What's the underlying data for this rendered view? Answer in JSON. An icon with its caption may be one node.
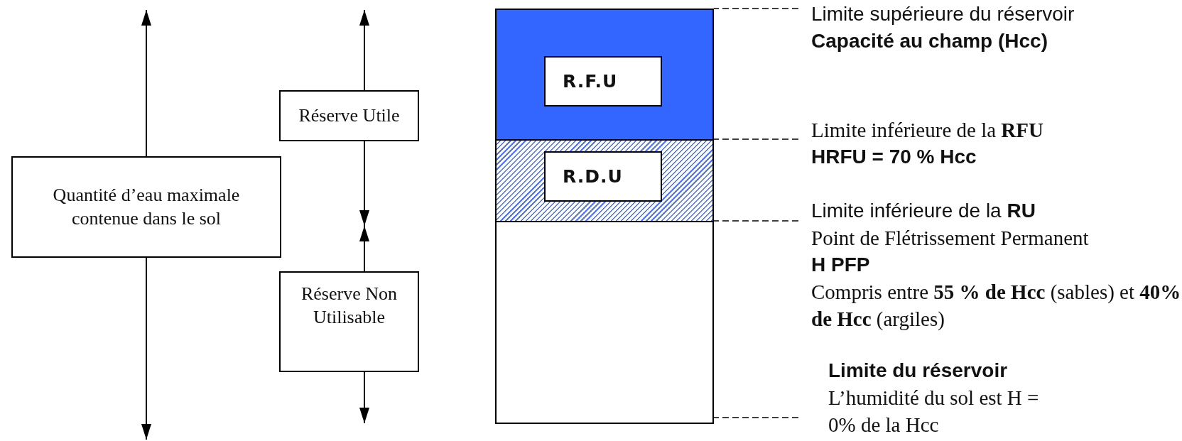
{
  "diagram": {
    "nodes": [
      {
        "text": [
          "Quantité d’eau maximale contenue dans le sol"
        ]
      },
      {
        "text": [
          "Réserve Utile"
        ]
      },
      {
        "text": [
          "Réserve Non Utilisable"
        ]
      },
      {
        "text": [],
        "shape": "box"
      },
      {
        "text": [
          "R.F.U"
        ],
        "in": 3
      },
      {
        "text": [],
        "shape": "box"
      },
      {
        "text": [
          "R.D.U"
        ],
        "in": 5
      },
      {
        "text": [],
        "shape": "box"
      },
      {
        "text": [
          "Limite supérieure du réservoir",
          "Capacité au champ (Hcc)"
        ]
      },
      {
        "text": [
          "Limite inférieure de la **RFU**",
          "HRFU = 70 % Hcc"
        ]
      },
      {
        "text": [
          "Limite inférieure de la **RU**",
          "Point de Flétrissement Permanent",
          "H PFP",
          "Compris entre **55 % de Hcc** (sables) et **40% de Hcc** (argiles)"
        ]
      },
      {
        "text": [
          "Limite du réservoir",
          "L’humidité du sol est H = 0% de la Hcc"
        ]
      }
    ],
    "edges": [
      {
        "from": 0,
        "to": null,
        "arrow": "to"
      },
      {
        "from": 0,
        "to": null,
        "arrow": "to"
      },
      {
        "from": 1,
        "to": null,
        "arrow": "to"
      },
      {
        "from": 1,
        "to": null,
        "arrow": "to"
      },
      {
        "from": 2,
        "to": null,
        "arrow": "to"
      },
      {
        "from": 2,
        "to": null,
        "arrow": "to"
      },
      {
        "from": 8,
        "to": 3,
        "arrow": "none",
        "style": "dashed"
      },
      {
        "from": 9,
        "to": 5,
        "arrow": "none",
        "style": "dashed"
      },
      {
        "from": 10,
        "to": 7,
        "arrow": "none",
        "style": "dashed"
      },
      {
        "from": 11,
        "to": 7,
        "arrow": "none",
        "style": "dashed"
      }
    ]
  }
}
